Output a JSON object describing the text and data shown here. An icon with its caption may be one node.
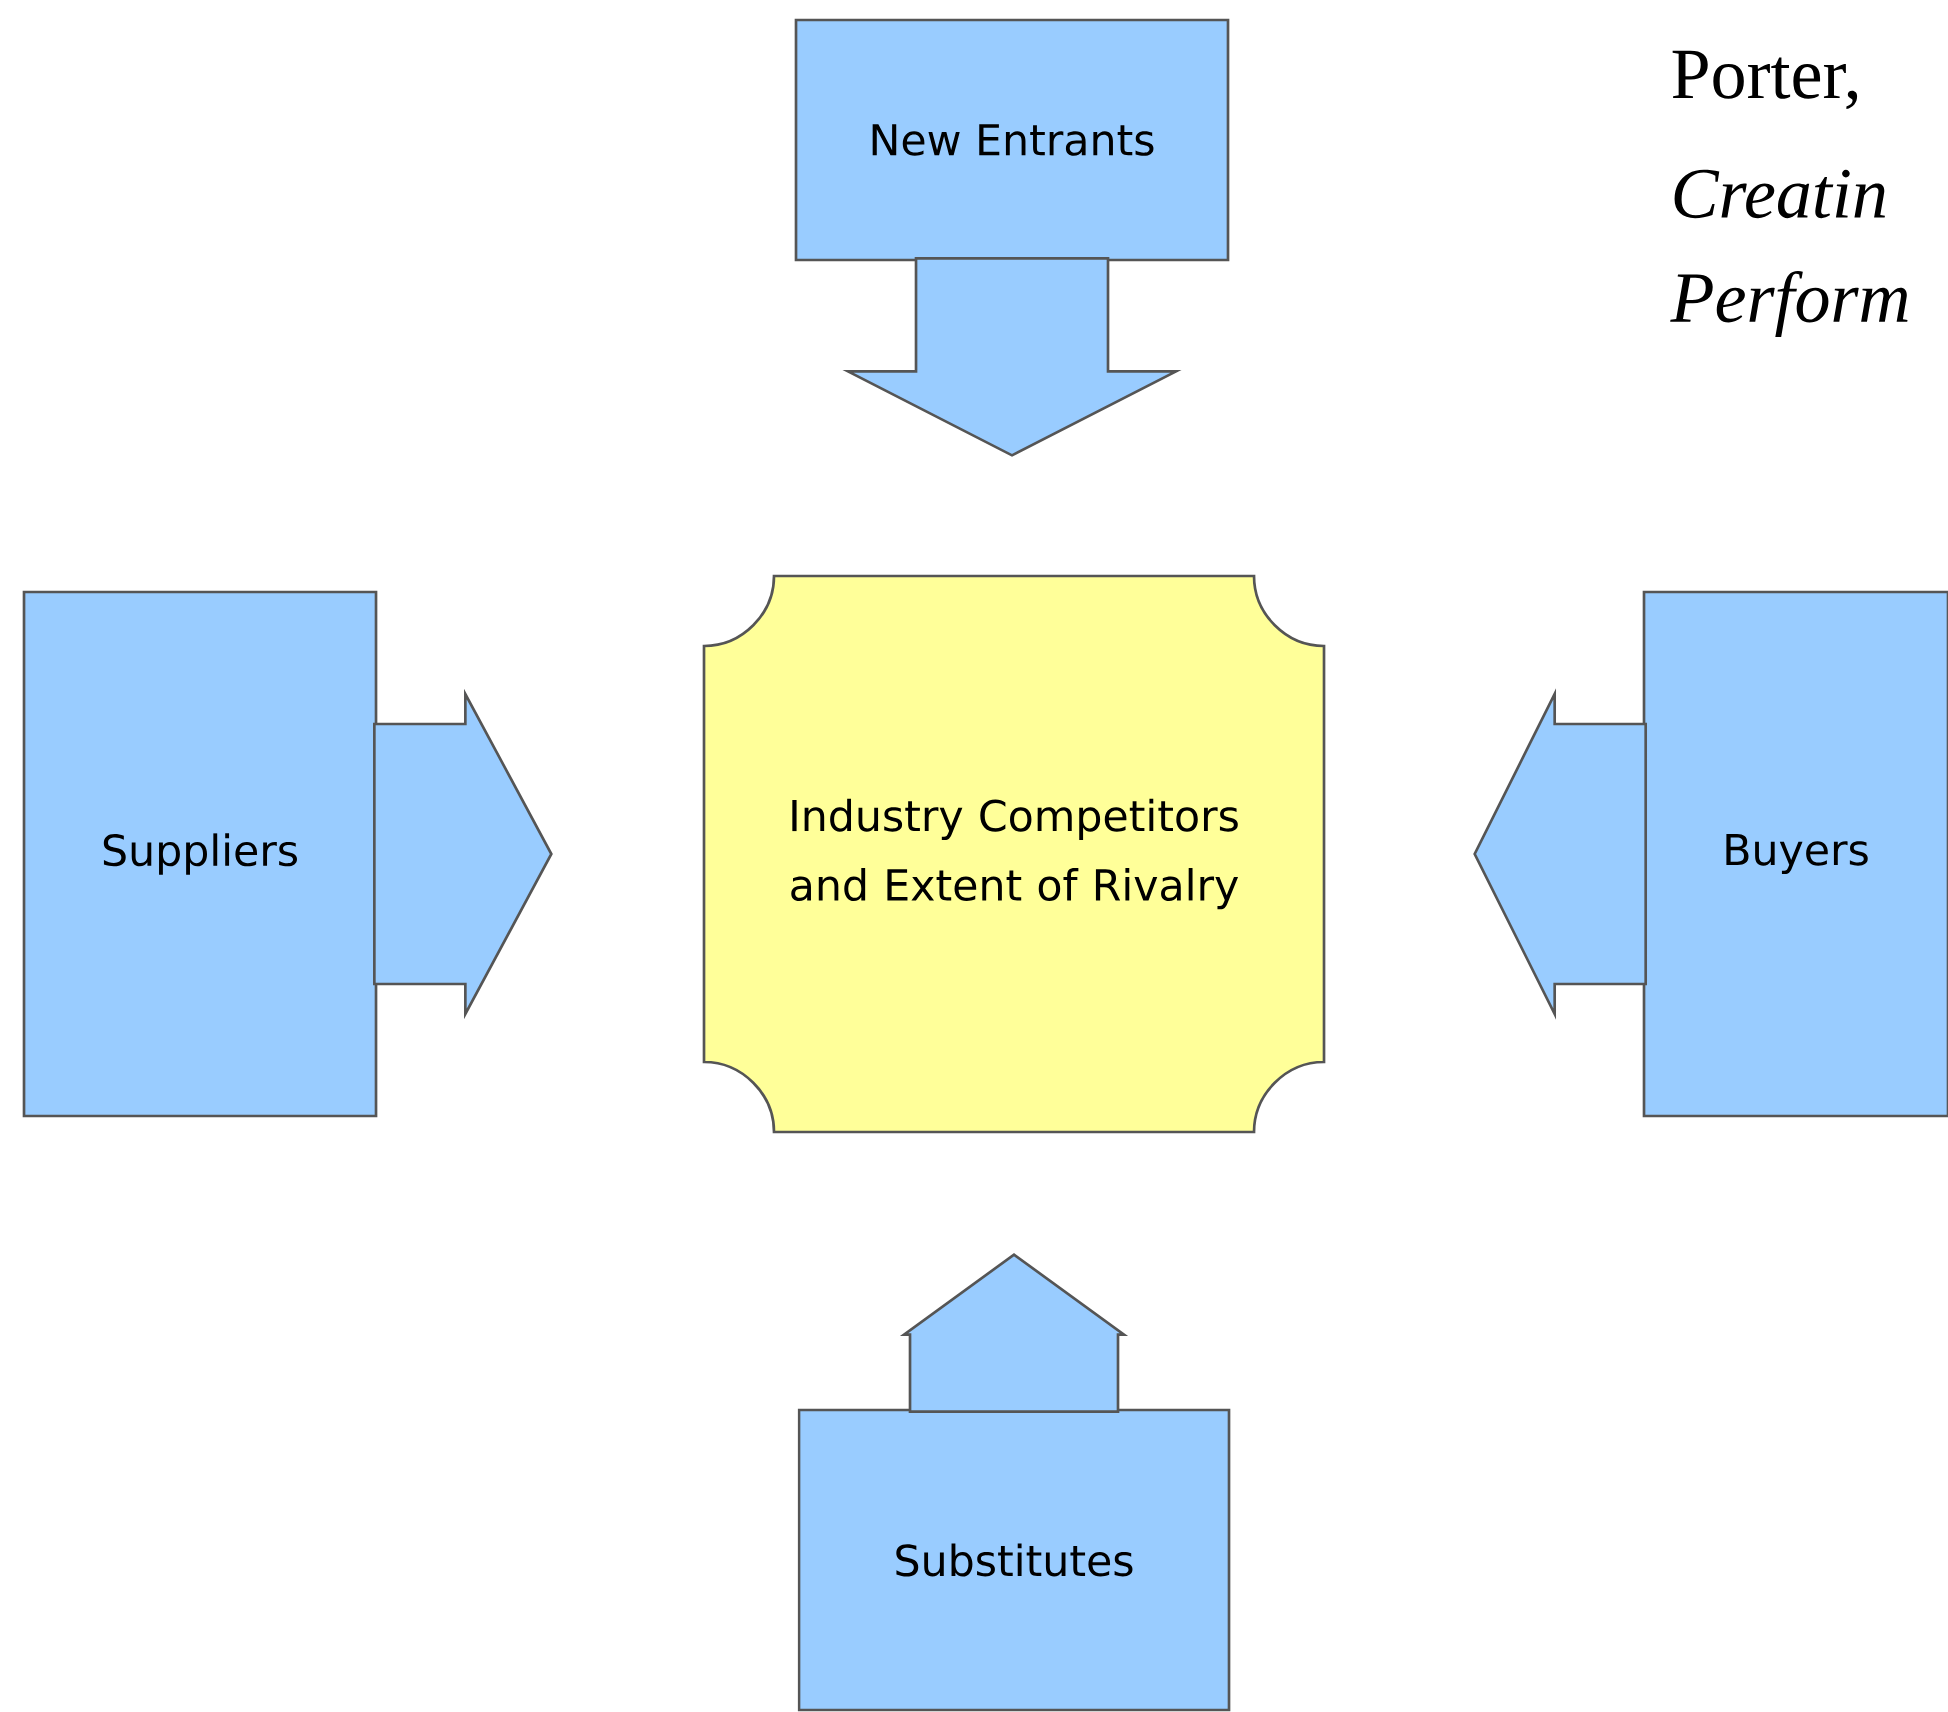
{
  "diagram": {
    "nodes": [
      {
        "text": [
          "New Entrants"
        ]
      },
      {
        "text": [
          "Suppliers"
        ]
      },
      {
        "text": [
          "Industry Competitors and Extent of Rivalry"
        ]
      },
      {
        "text": [
          "Buyers"
        ]
      },
      {
        "text": [
          "Substitutes"
        ]
      }
    ],
    "edges": [
      {
        "from": 0,
        "to": 2,
        "arrow": "to"
      },
      {
        "from": 1,
        "to": 2,
        "arrow": "to"
      },
      {
        "from": 3,
        "to": 2,
        "arrow": "to"
      },
      {
        "from": 4,
        "to": 2,
        "arrow": "to"
      }
    ],
    "labels": [
      "Porter,",
      "*Creatin*",
      "*Perform*"
    ]
  }
}
